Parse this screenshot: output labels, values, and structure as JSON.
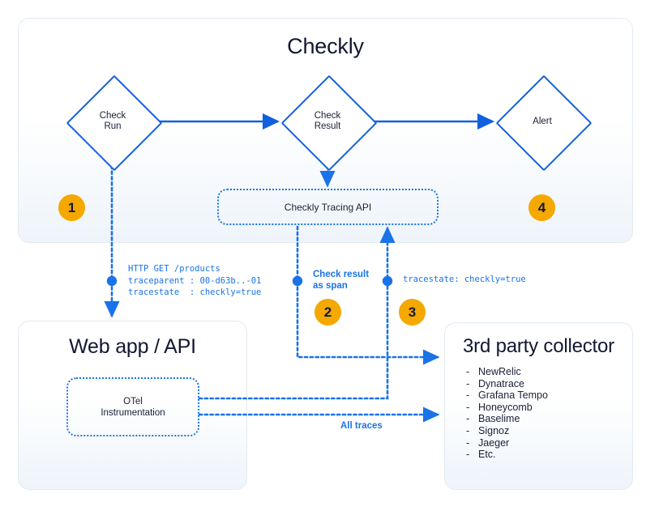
{
  "panels": {
    "checkly": {
      "title": "Checkly"
    },
    "webapp": {
      "title": "Web app / API"
    },
    "collector": {
      "title": "3rd party collector"
    }
  },
  "nodes": {
    "check_run": {
      "line1": "Check",
      "line2": "Run"
    },
    "check_result": {
      "line1": "Check",
      "line2": "Result"
    },
    "alert": {
      "line1": "Alert",
      "line2": ""
    },
    "tracing_api": {
      "label": "Checkly Tracing API"
    },
    "otel": {
      "line1": "OTel",
      "line2": "Instrumentation"
    }
  },
  "badges": [
    {
      "id": "1",
      "label": "1"
    },
    {
      "id": "2",
      "label": "2"
    },
    {
      "id": "3",
      "label": "3"
    },
    {
      "id": "4",
      "label": "4"
    }
  ],
  "annotations": {
    "http_request": "HTTP GET /products\ntraceparent : 00-d63b..-01\ntracestate  : checkly=true",
    "check_result_as_span": "Check result as span",
    "tracestate": "tracestate: checkly=true",
    "all_traces": "All traces"
  },
  "collector_items": [
    "NewRelic",
    "Dynatrace",
    "Grafana Tempo",
    "Honeycomb",
    "Baselime",
    "Signoz",
    "Jaeger",
    "Etc."
  ],
  "colors": {
    "accent_blue": "#1160e0",
    "dotted_blue": "#1a73e8",
    "badge_amber": "#f5a800",
    "text_navy": "#121833",
    "panel_border": "#e2eaf3",
    "panel_bottom": "#eef4fa"
  }
}
